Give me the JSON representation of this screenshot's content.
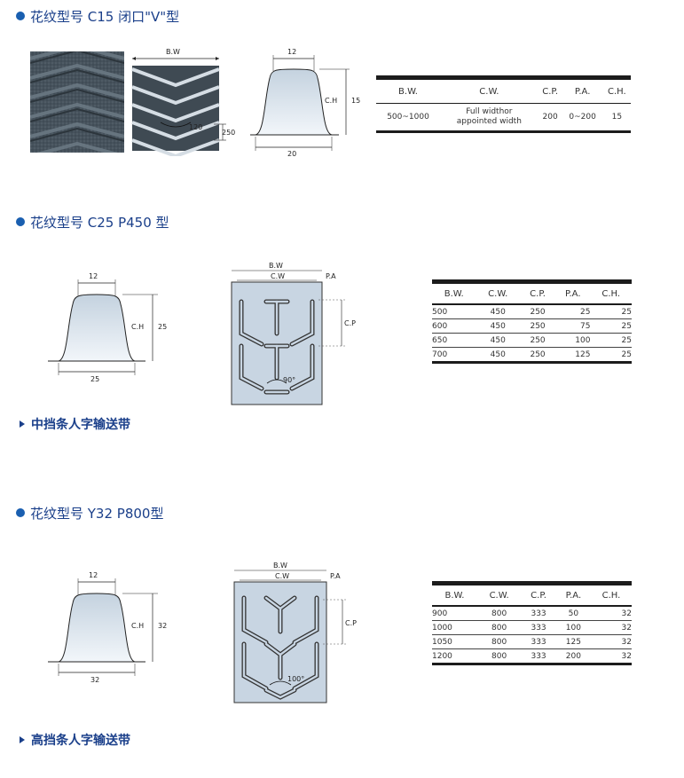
{
  "section1": {
    "title": "花纹型号 C15 闭口\"V\"型",
    "dims": {
      "bw": "B.W",
      "top": "12",
      "ch": "C.H",
      "h": "15",
      "base": "20",
      "angle": "120",
      "pitch": "250"
    },
    "table": {
      "headers": [
        "B.W.",
        "C.W.",
        "C.P.",
        "P.A.",
        "C.H."
      ],
      "row": {
        "bw": "500~1000",
        "cw1": "Full widthor",
        "cw2": "appointed width",
        "cp": "200",
        "pa": "0~200",
        "ch": "15"
      }
    }
  },
  "section2": {
    "title": "花纹型号 C25 P450 型",
    "dims": {
      "top": "12",
      "ch": "C.H",
      "h": "25",
      "base": "25",
      "bw": "B.W",
      "cw": "C.W",
      "pa": "P.A",
      "cp": "C.P",
      "angle": "90°"
    },
    "table": {
      "headers": [
        "B.W.",
        "C.W.",
        "C.P.",
        "P.A.",
        "C.H."
      ],
      "rows": [
        [
          "500",
          "450",
          "250",
          "25",
          "25"
        ],
        [
          "600",
          "450",
          "250",
          "75",
          "25"
        ],
        [
          "650",
          "450",
          "250",
          "100",
          "25"
        ],
        [
          "700",
          "450",
          "250",
          "125",
          "25"
        ]
      ]
    },
    "subtitle": "中挡条人字输送带"
  },
  "section3": {
    "title": "花纹型号 Y32 P800型",
    "dims": {
      "top": "12",
      "ch": "C.H",
      "h": "32",
      "base": "32",
      "bw": "B.W",
      "cw": "C.W",
      "pa": "P.A",
      "cp": "C.P",
      "angle": "100°"
    },
    "table": {
      "headers": [
        "B.W.",
        "C.W.",
        "C.P.",
        "P.A.",
        "C.H."
      ],
      "rows": [
        [
          "900",
          "800",
          "333",
          "50",
          "32"
        ],
        [
          "1000",
          "800",
          "333",
          "100",
          "32"
        ],
        [
          "1050",
          "800",
          "333",
          "125",
          "32"
        ],
        [
          "1200",
          "800",
          "333",
          "200",
          "32"
        ]
      ]
    },
    "subtitle": "高挡条人字输送带"
  },
  "colors": {
    "heading": "#1a3f8a",
    "dot": "#1a5fb0",
    "belt": "#c7d4e0",
    "belt_dark": "#3d4a55",
    "rule": "#1c1c1c"
  }
}
